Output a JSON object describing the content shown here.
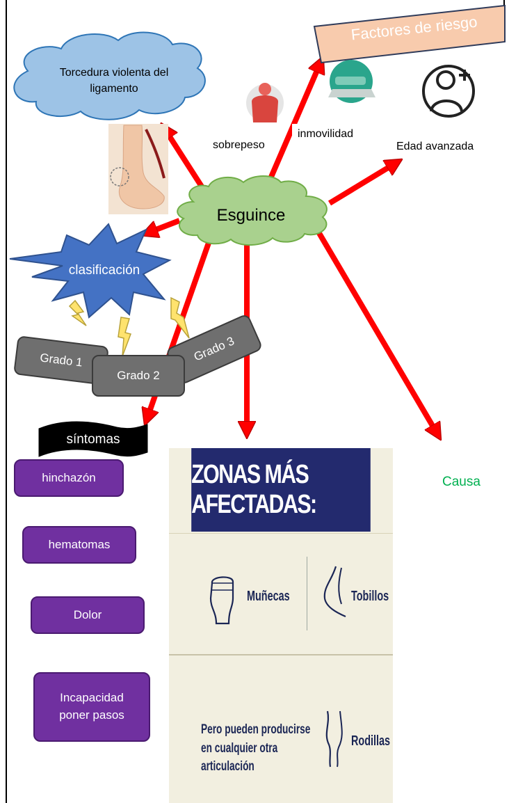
{
  "central": "Esguince",
  "factores": {
    "title": "Factores de riesgo",
    "items": [
      "sobrepeso",
      "inmovilidad",
      "Edad avanzada"
    ]
  },
  "torcedura": "Torcedura violenta del ligamento",
  "clasificacion": {
    "title": "clasificación",
    "grados": [
      "Grado 1",
      "Grado 2",
      "Grado 3"
    ]
  },
  "sintomas": {
    "title": "síntomas",
    "items": [
      "hinchazón",
      "hematomas",
      "Dolor",
      "Incapacidad poner pasos"
    ]
  },
  "causa": "Causa",
  "zonas": {
    "title": "ZONAS MÁS AFECTADAS:",
    "munecas": "Muñecas",
    "tobillos": "Tobillos",
    "otras": "Pero pueden producirse en cualquier otra articulación",
    "rodillas": "Rodillas"
  },
  "colors": {
    "arrow": "#ff0000",
    "cloud_blue": "#9dc3e6",
    "cloud_green": "#a9d18e",
    "star": "#4472c4",
    "purple": "#7030a0",
    "grado": "#6f6f6f",
    "banner": "#f8cbad"
  }
}
